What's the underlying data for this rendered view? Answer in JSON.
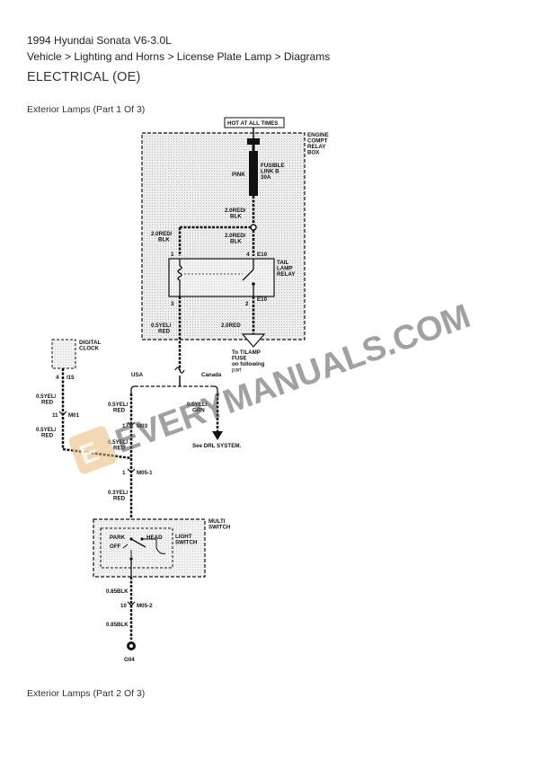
{
  "header": {
    "title": "1994 Hyundai Sonata V6-3.0L",
    "breadcrumb": "Vehicle > Lighting and Horns > License Plate Lamp > Diagrams",
    "section": "ELECTRICAL (OE)"
  },
  "captions": {
    "part1": "Exterior Lamps (Part 1 Of 3)",
    "part2": "Exterior Lamps (Part 2 Of 3)"
  },
  "diagram": {
    "hot_label": "HOT AT ALL TIMES",
    "relay_box": [
      "ENGINE",
      "COMPT",
      "RELAY",
      "BOX"
    ],
    "fuse": [
      "FUSIBLE",
      "LINK B",
      "30A"
    ],
    "pink": "PINK",
    "w_red_blk_top": [
      "2.0RED/",
      "BLK"
    ],
    "w_red_blk_left": [
      "2.0RED/",
      "BLK"
    ],
    "w_red_blk_right": [
      "2.0RED/",
      "BLK"
    ],
    "tail_relay": [
      "TAIL",
      "LAMP",
      "RELAY"
    ],
    "conn_e10": "E10",
    "pin1": "1",
    "pin4": "4",
    "pin3": "3",
    "pin2": "2",
    "w_yel_red": [
      "0.5YEL/",
      "RED"
    ],
    "w_2red": "2.0RED",
    "to_fuse": [
      "To T/LAMP",
      "FUSE",
      "on following",
      "part"
    ],
    "digital_clock": [
      "DIGITAL",
      "CLOCK"
    ],
    "clock_pin": "4",
    "clock_conn": "I15",
    "usa": "USA",
    "canada": "Canada",
    "w_clock1": [
      "0.5YEL/",
      "RED"
    ],
    "m01_pin": "11",
    "m01": "M01",
    "w_clock2": [
      "0.5YEL/",
      "RED"
    ],
    "w_usa": [
      "0.5YEL/",
      "RED"
    ],
    "w_can": [
      "0.5YEL/",
      "GRN"
    ],
    "m03_pin": "17",
    "m03": "M03",
    "drl": "See DRL SYSTEM.",
    "w_usa2": [
      "0.5YEL/",
      "RED"
    ],
    "m05_pin": "1",
    "m05": "M05-1",
    "w_ms": [
      "0.3YEL/",
      "RED"
    ],
    "multi_switch": [
      "MULTI",
      "SWITCH"
    ],
    "light_switch": [
      "LIGHT",
      "SWITCH"
    ],
    "park": "PARK",
    "head": "HEAD",
    "off": "OFF",
    "w_blk1": "0.85BLK",
    "m052_pin": "10",
    "m052": "M05-2",
    "w_blk2": "0.85BLK",
    "ground": "G04"
  },
  "watermark": "EVERYMANUALS.COM"
}
